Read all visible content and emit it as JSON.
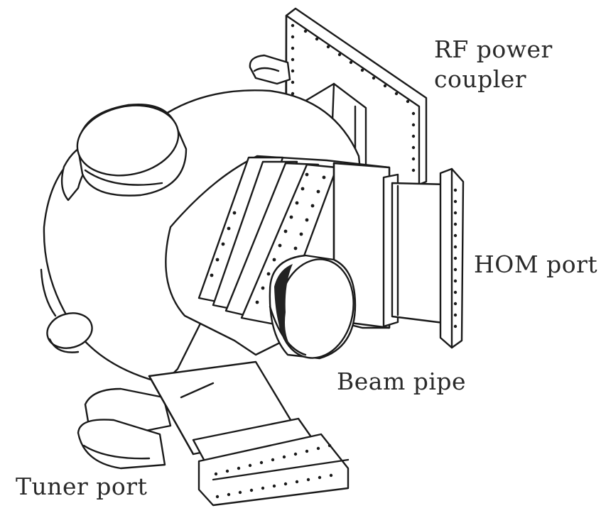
{
  "labels": {
    "rf_power_coupler_line1": "RF power",
    "rf_power_coupler_line2": "coupler",
    "hom_port": "HOM port",
    "beam_pipe": "Beam pipe",
    "tuner_port": "Tuner port"
  },
  "colors": {
    "ink": "#1a1a1a",
    "background": "#ffffff"
  }
}
